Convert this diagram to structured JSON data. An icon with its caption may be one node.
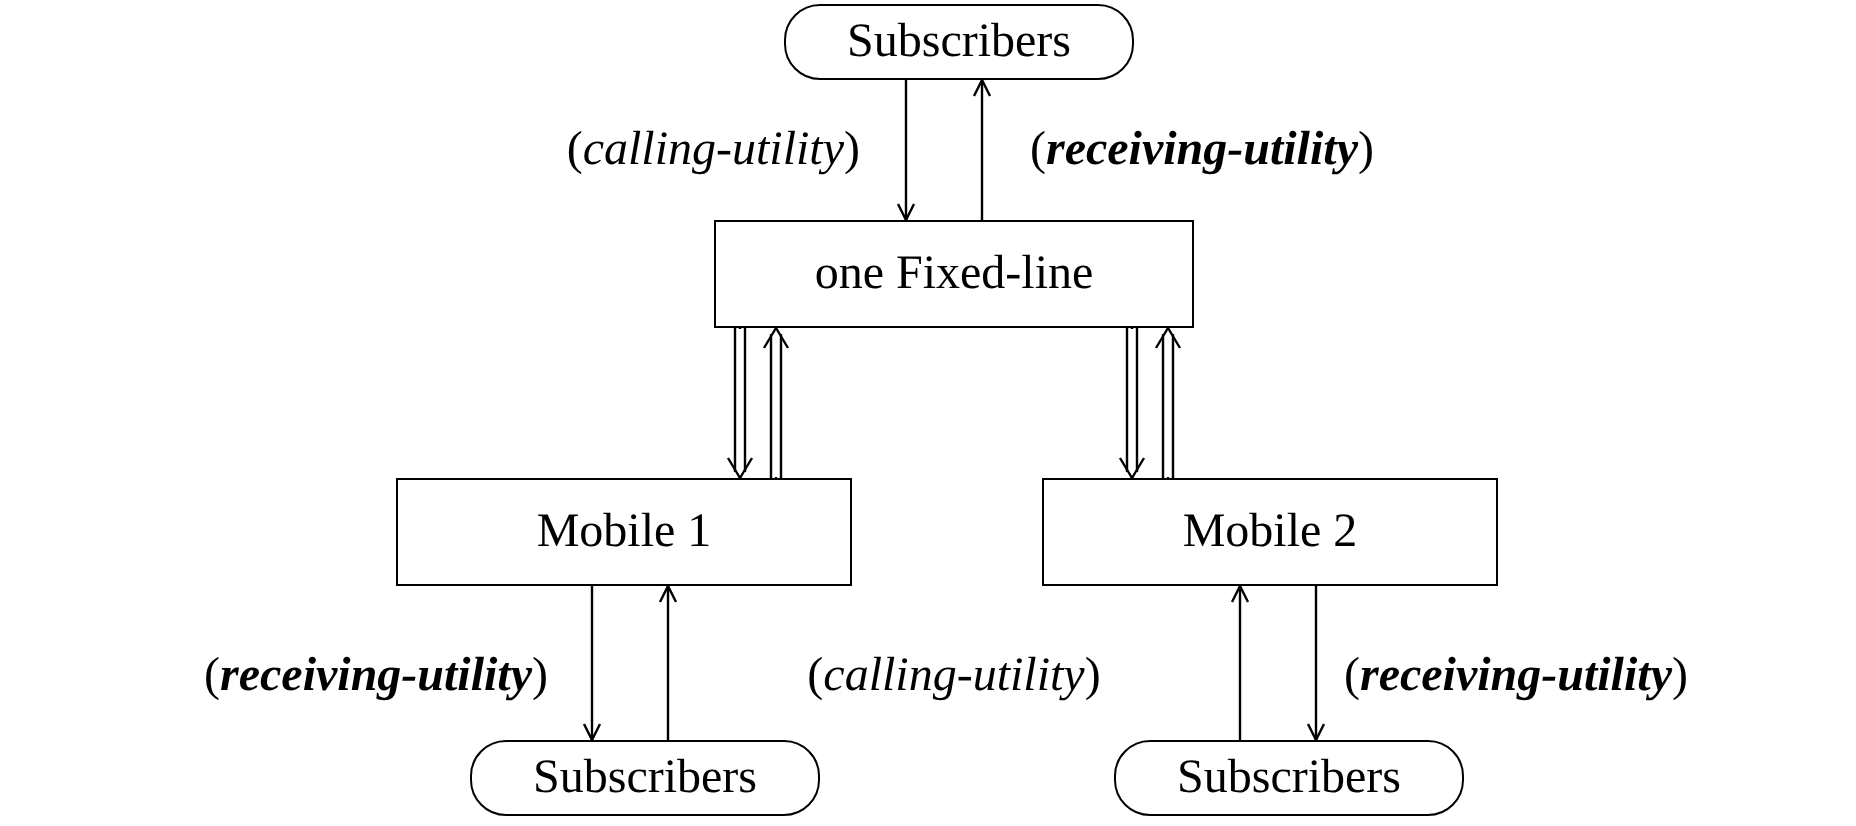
{
  "diagram": {
    "nodes": [
      {
        "text": [
          "Subscribers"
        ]
      },
      {
        "text": [
          "one Fixed-line"
        ]
      },
      {
        "text": [
          "Mobile 1"
        ]
      },
      {
        "text": [
          "Mobile 2"
        ]
      },
      {
        "text": [
          "Subscribers"
        ]
      },
      {
        "text": [
          "Subscribers"
        ]
      }
    ],
    "edges": [
      {
        "from": 0,
        "to": 1,
        "arrow": "to",
        "label": "(*calling-utility*)"
      },
      {
        "from": 1,
        "to": 0,
        "arrow": "to",
        "label": "(**receiving-utility**)"
      },
      {
        "from": 1,
        "to": 2,
        "arrow": "to"
      },
      {
        "from": 2,
        "to": 1,
        "arrow": "to"
      },
      {
        "from": 1,
        "to": 3,
        "arrow": "to"
      },
      {
        "from": 3,
        "to": 1,
        "arrow": "to"
      },
      {
        "from": 2,
        "to": 4,
        "arrow": "to",
        "label": "(**receiving-utility**)"
      },
      {
        "from": 4,
        "to": 2,
        "arrow": "to"
      },
      {
        "from": 5,
        "to": 3,
        "arrow": "to"
      },
      {
        "from": 3,
        "to": 5,
        "arrow": "to",
        "label": "(**receiving-utility**)"
      }
    ],
    "labels": [
      "(*calling-utility*)"
    ]
  }
}
